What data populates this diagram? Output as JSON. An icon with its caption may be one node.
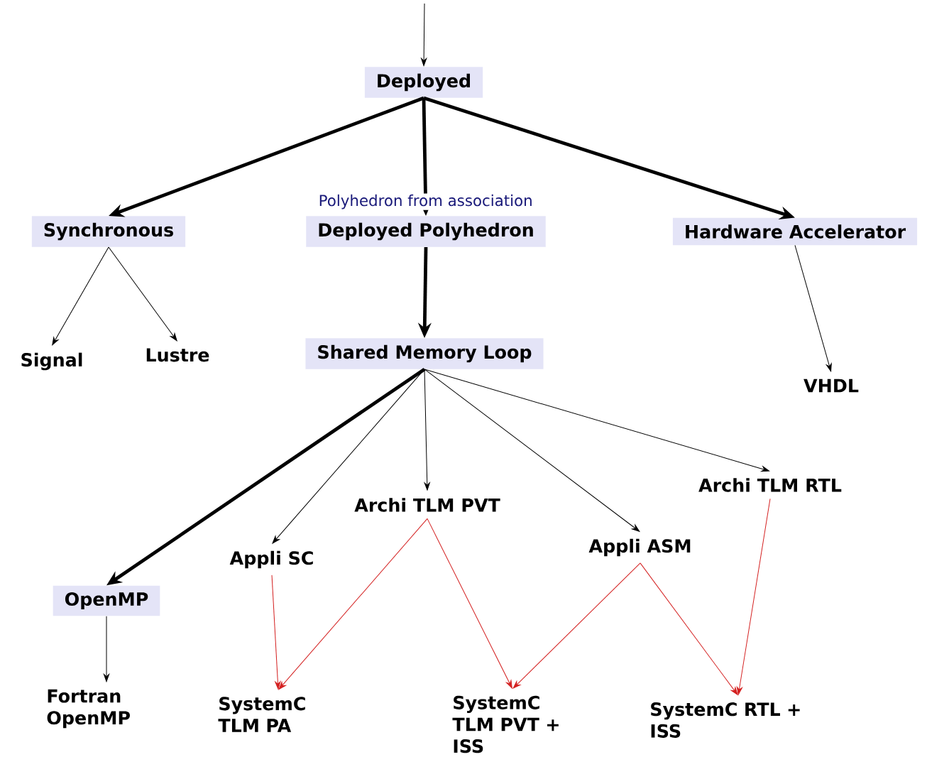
{
  "diagram": {
    "nodes": [
      {
        "text": [
          "Deployed"
        ]
      },
      {
        "text": [
          "Synchronous"
        ]
      },
      {
        "text": [
          "Deployed Polyhedron"
        ]
      },
      {
        "text": [
          "Hardware Accelerator"
        ]
      },
      {
        "text": [
          "Signal"
        ]
      },
      {
        "text": [
          "Lustre"
        ]
      },
      {
        "text": [
          "Shared Memory Loop"
        ]
      },
      {
        "text": [
          "VHDL"
        ]
      },
      {
        "text": [
          "OpenMP"
        ]
      },
      {
        "text": [
          "Appli SC"
        ]
      },
      {
        "text": [
          "Archi TLM PVT"
        ]
      },
      {
        "text": [
          "Appli ASM"
        ]
      },
      {
        "text": [
          "Archi TLM RTL"
        ]
      },
      {
        "text": [
          "Fortran OpenMP"
        ]
      },
      {
        "text": [
          "SystemC TLM PA"
        ]
      },
      {
        "text": [
          "SystemC TLM PVT + ISS"
        ]
      },
      {
        "text": [
          "SystemC RTL + ISS"
        ]
      }
    ],
    "edges": [
      {
        "from": null,
        "to": 0,
        "arrow": "to"
      },
      {
        "from": 0,
        "to": 1,
        "arrow": "to",
        "style": "thick"
      },
      {
        "from": 0,
        "to": 2,
        "arrow": "to",
        "style": "thick",
        "label": "Polyhedron from association"
      },
      {
        "from": 0,
        "to": 3,
        "arrow": "to",
        "style": "thick"
      },
      {
        "from": 1,
        "to": 4,
        "arrow": "to"
      },
      {
        "from": 1,
        "to": 5,
        "arrow": "to"
      },
      {
        "from": 2,
        "to": 6,
        "arrow": "to",
        "style": "thick"
      },
      {
        "from": 3,
        "to": 7,
        "arrow": "to"
      },
      {
        "from": 6,
        "to": 8,
        "arrow": "to",
        "style": "thick"
      },
      {
        "from": 6,
        "to": 9,
        "arrow": "to"
      },
      {
        "from": 6,
        "to": 10,
        "arrow": "to"
      },
      {
        "from": 6,
        "to": 11,
        "arrow": "to"
      },
      {
        "from": 6,
        "to": 12,
        "arrow": "to"
      },
      {
        "from": 8,
        "to": 13,
        "arrow": "to"
      },
      {
        "from": 9,
        "to": 14,
        "arrow": "to",
        "color": "#d42020"
      },
      {
        "from": 10,
        "to": 14,
        "arrow": "to",
        "color": "#d42020"
      },
      {
        "from": 10,
        "to": 15,
        "arrow": "to",
        "color": "#d42020"
      },
      {
        "from": 11,
        "to": 15,
        "arrow": "to",
        "color": "#d42020"
      },
      {
        "from": 11,
        "to": 16,
        "arrow": "to",
        "color": "#d42020"
      },
      {
        "from": 12,
        "to": 16,
        "arrow": "to",
        "color": "#d42020"
      }
    ]
  }
}
